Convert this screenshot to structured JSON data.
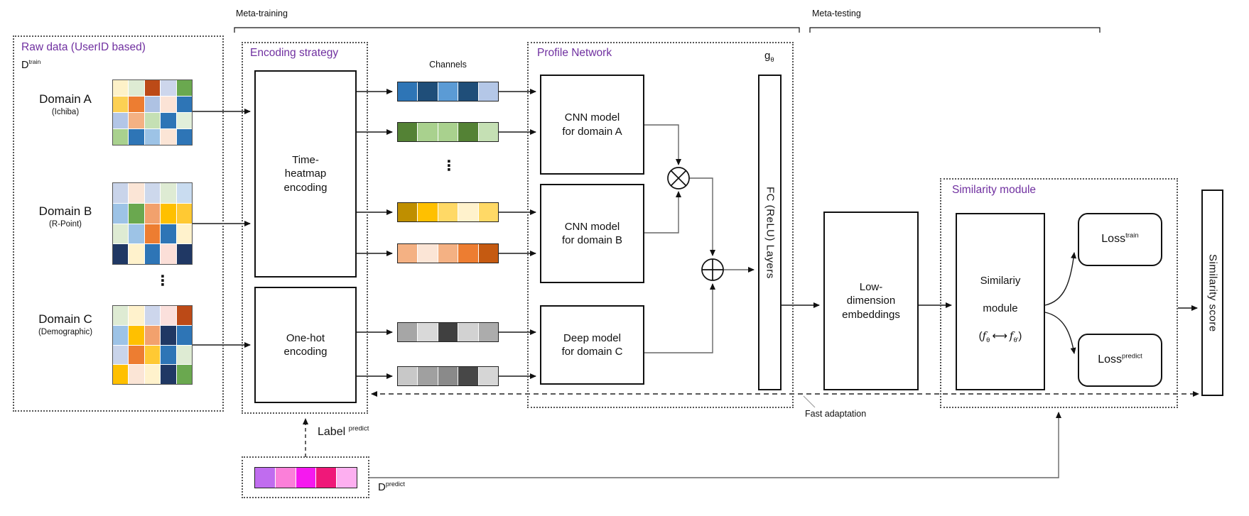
{
  "colors": {
    "accent_purple": "#7030A0"
  },
  "meta": {
    "training": "Meta-training",
    "testing": "Meta-testing"
  },
  "raw_data": {
    "title": "Raw data (UserID based)",
    "dataset": {
      "base": "D",
      "sup": "train"
    },
    "ellipsis": "⋮",
    "domains": [
      {
        "name": "Domain A",
        "source": "(Ichiba)",
        "grid": [
          [
            "#FDF1C8",
            "#DEEBD3",
            "#BC4A17",
            "#CDD6EC",
            "#6AA84F"
          ],
          [
            "#FCD053",
            "#ED7D31",
            "#AEC2E3",
            "#FBE3D6",
            "#2E75B6"
          ],
          [
            "#B3C6E7",
            "#F4B183",
            "#C5E0B4",
            "#2E75B6",
            "#E2EFDA"
          ],
          [
            "#A9D18E",
            "#2E75B6",
            "#9DC3E6",
            "#FBE5D6",
            "#2E75B6"
          ]
        ]
      },
      {
        "name": "Domain B",
        "source": "(R-Point)",
        "grid": [
          [
            "#C9D4EA",
            "#FBE5D6",
            "#CDD8EC",
            "#DEEBD3",
            "#C9DCF0"
          ],
          [
            "#9DC3E6",
            "#6AA84F",
            "#F2A16D",
            "#FFC000",
            "#FFC933"
          ],
          [
            "#DEEBD3",
            "#9DC3E6",
            "#ED7D31",
            "#2E75B6",
            "#FFF2CC"
          ],
          [
            "#203864",
            "#FFF2CC",
            "#2E75B6",
            "#FBDFD8",
            "#203864"
          ]
        ]
      },
      {
        "name": "Domain C",
        "source": "(Demographic)",
        "grid": [
          [
            "#DEEBD3",
            "#FFF2CC",
            "#CDD6EC",
            "#FBE0DC",
            "#BC4A17"
          ],
          [
            "#9DC3E6",
            "#FFC000",
            "#F2A16D",
            "#203864",
            "#2E75B6"
          ],
          [
            "#C9D4EA",
            "#ED7D31",
            "#FFC933",
            "#2E75B6",
            "#DEEBD3"
          ],
          [
            "#FFC000",
            "#FBE5D6",
            "#FFF2CC",
            "#203864",
            "#6AA84F"
          ]
        ]
      }
    ]
  },
  "encoding": {
    "title": "Encoding strategy",
    "time_heatmap_label": "Time-\nheatmap\nencoding",
    "one_hot_label": "One-hot\nencoding"
  },
  "channels": {
    "label": "Channels",
    "ellipsis": "⋮",
    "strips": [
      {
        "name": "domain-a-channel-1",
        "colors": [
          "#2E75B6",
          "#1F4E79",
          "#5B9BD5",
          "#1F4E79",
          "#B4C7E7"
        ]
      },
      {
        "name": "domain-a-channel-2",
        "colors": [
          "#548235",
          "#A9D18E",
          "#A9D18E",
          "#548235",
          "#C5E0B4"
        ]
      },
      {
        "name": "domain-b-channel-1",
        "colors": [
          "#BF8F00",
          "#FFC000",
          "#FFD966",
          "#FFF2CC",
          "#FFD966"
        ]
      },
      {
        "name": "domain-b-channel-2",
        "colors": [
          "#F4B183",
          "#FBE5D6",
          "#F4B183",
          "#ED7D31",
          "#C55A11"
        ]
      },
      {
        "name": "domain-c-channel-1",
        "colors": [
          "#A6A6A6",
          "#D9D9D9",
          "#404040",
          "#D2D2D2",
          "#ACACAC"
        ]
      },
      {
        "name": "domain-c-channel-2",
        "colors": [
          "#C8C8C8",
          "#A0A0A0",
          "#8A8A8A",
          "#474747",
          "#D6D6D6"
        ]
      }
    ]
  },
  "profile": {
    "title": "Profile Network",
    "cnn_a_label": "CNN model\nfor domain A",
    "cnn_b_label": "CNN model\nfor domain B",
    "deep_c_label": "Deep model\nfor domain C",
    "g_theta": {
      "base": "g",
      "sub": "θ"
    },
    "fc_label": "FC (ReLU) Layers"
  },
  "embedding": {
    "label": "Low-\ndimension\nembeddings"
  },
  "similarity": {
    "title": "Similarity module",
    "inner_line1": "Similariy",
    "inner_line2": "module",
    "math": {
      "open": "(",
      "f1": "f",
      "sub1": "θ",
      "arrow": "⟷",
      "f2": "f",
      "sub2": "θ'",
      "close": ")"
    },
    "loss_train": {
      "base": "Loss",
      "sup": "train"
    },
    "loss_predict": {
      "base": "Loss",
      "sup": "predict"
    },
    "score_label": "Similarity score"
  },
  "bottom": {
    "fast_adaptation": "Fast adaptation",
    "label_predict": {
      "base": "Label",
      "sup": "predict"
    },
    "d_predict": {
      "base": "D",
      "sup": "predict"
    },
    "strip": [
      "#C06CEF",
      "#FB7FD9",
      "#F519EF",
      "#EF1879",
      "#FDAFF0"
    ]
  }
}
